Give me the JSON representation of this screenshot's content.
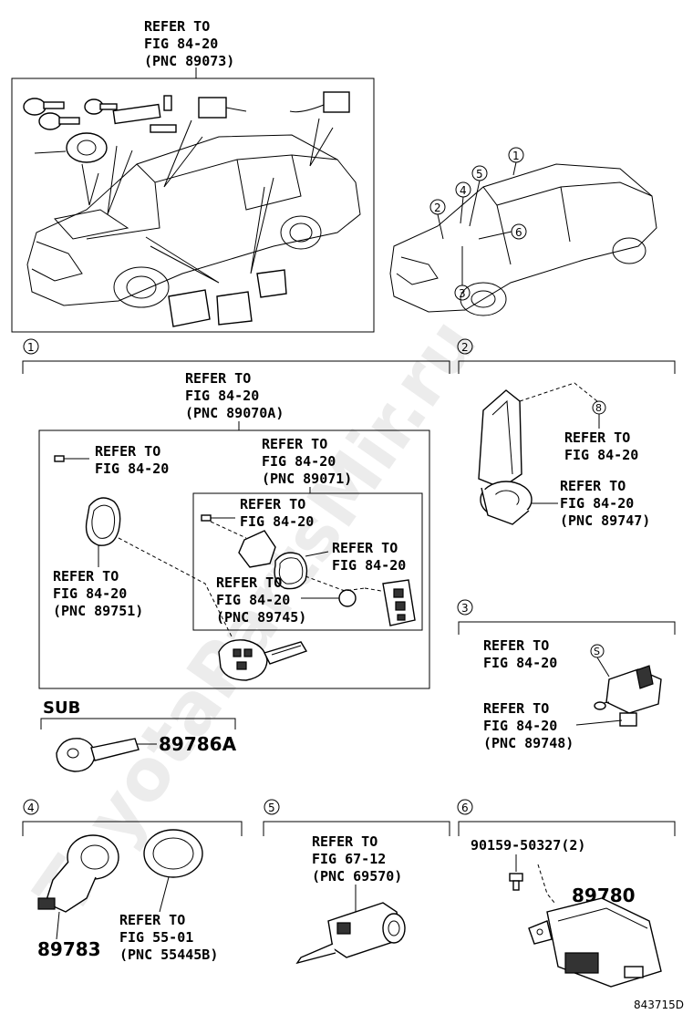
{
  "top": {
    "refer": [
      "REFER TO",
      "FIG 84-20",
      "(PNC 89073)"
    ]
  },
  "callouts": [
    "1",
    "2",
    "3",
    "4",
    "5",
    "6"
  ],
  "section1": {
    "num": "1",
    "outer_refer": [
      "REFER TO",
      "FIG 84-20",
      "(PNC 89070A)"
    ],
    "screw_refer": [
      "REFER TO",
      "FIG 84-20"
    ],
    "inner_refer": [
      "REFER TO",
      "FIG 84-20",
      "(PNC 89071)"
    ],
    "inner_screw_refer": [
      "REFER TO",
      "FIG 84-20"
    ],
    "ring_refer": [
      "REFER TO",
      "FIG 84-20"
    ],
    "battery_refer": [
      "REFER TO",
      "FIG 84-20",
      "(PNC 89745)"
    ],
    "cover_refer": [
      "REFER TO",
      "FIG 84-20",
      "(PNC 89751)"
    ],
    "sub_label": "SUB",
    "sub_part": "89786A"
  },
  "section2": {
    "num": "2",
    "refer_a": [
      "REFER TO",
      "FIG 84-20"
    ],
    "refer_b": [
      "REFER TO",
      "FIG 84-20",
      "(PNC 89747)"
    ]
  },
  "section3": {
    "num": "3",
    "refer_a": [
      "REFER TO",
      "FIG 84-20"
    ],
    "refer_b": [
      "REFER TO",
      "FIG 84-20",
      "(PNC 89748)"
    ]
  },
  "section4": {
    "num": "4",
    "part": "89783",
    "refer": [
      "REFER TO",
      "FIG 55-01",
      "(PNC 55445B)"
    ]
  },
  "section5": {
    "num": "5",
    "refer": [
      "REFER TO",
      "FIG 67-12",
      "(PNC 69570)"
    ]
  },
  "section6": {
    "num": "6",
    "bolt": "90159-50327(2)",
    "part": "89780"
  },
  "watermark": "ToyotaPartsMir.ru",
  "footer_code": "843715D"
}
